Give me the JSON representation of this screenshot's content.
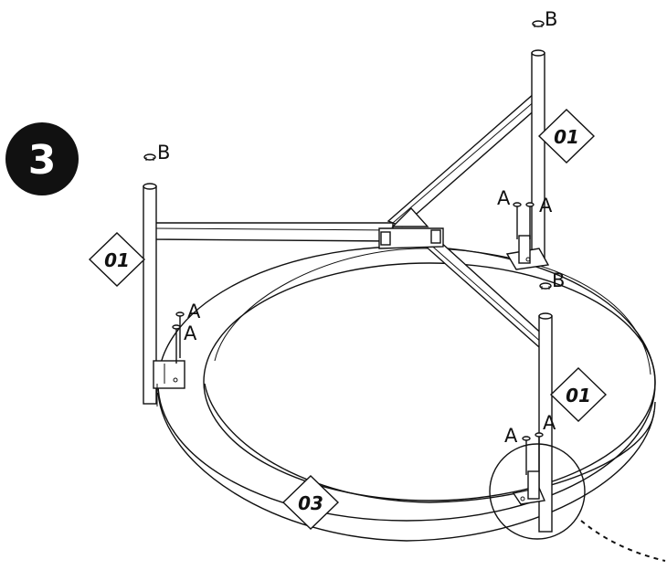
{
  "step": {
    "number": "3"
  },
  "parts": {
    "post_label": "01",
    "ring_label": "03"
  },
  "hardware": {
    "screw_letter": "A",
    "cap_letter": "B"
  },
  "colors": {
    "ink": "#111111",
    "paper": "#ffffff"
  }
}
